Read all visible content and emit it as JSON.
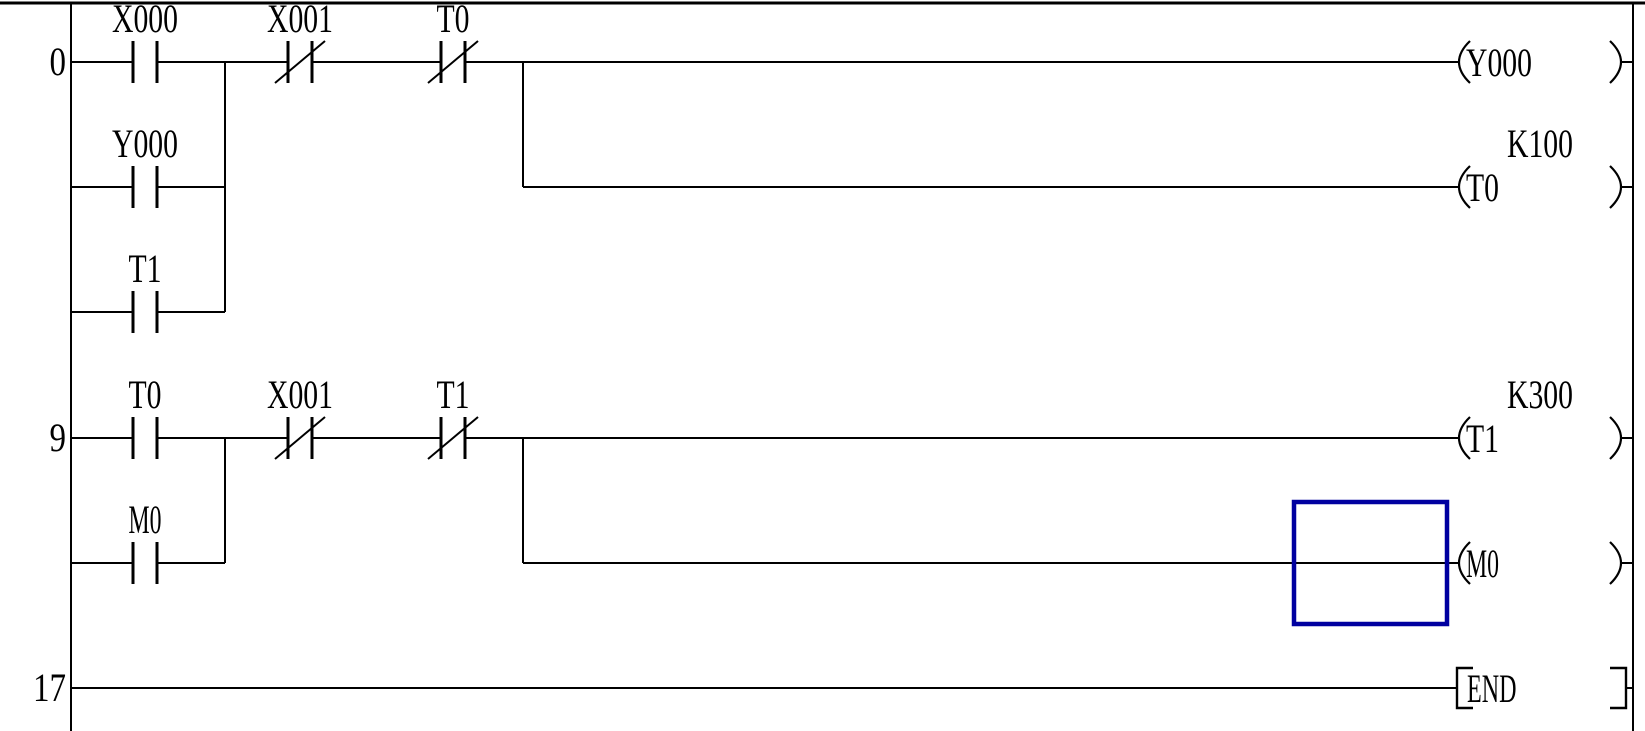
{
  "app": {
    "name": "plc-ladder-editor",
    "view": "ladder diagram"
  },
  "colors": {
    "background": "#ffffff",
    "wire": "#000000",
    "text": "#000000",
    "selection_cursor": "#0000a0"
  },
  "ladder": {
    "rungs": [
      {
        "step_number": "0",
        "contacts": [
          {
            "mode": "NO",
            "label": "X000",
            "row": 0,
            "col": 0
          },
          {
            "mode": "NC",
            "label": "X001",
            "row": 0,
            "col": 1
          },
          {
            "mode": "NC",
            "label": "T0",
            "row": 0,
            "col": 2
          },
          {
            "mode": "NO",
            "label": "Y000",
            "row": 1,
            "col": 0
          },
          {
            "mode": "NO",
            "label": "T1",
            "row": 2,
            "col": 0
          }
        ],
        "outputs": [
          {
            "type": "coil",
            "label": "Y000",
            "row": 0
          },
          {
            "type": "coil",
            "label": "T0",
            "setpoint": "K100",
            "row": 1
          }
        ]
      },
      {
        "step_number": "9",
        "contacts": [
          {
            "mode": "NO",
            "label": "T0",
            "row": 0,
            "col": 0
          },
          {
            "mode": "NC",
            "label": "X001",
            "row": 0,
            "col": 1
          },
          {
            "mode": "NC",
            "label": "T1",
            "row": 0,
            "col": 2
          },
          {
            "mode": "NO",
            "label": "M0",
            "row": 1,
            "col": 0
          }
        ],
        "outputs": [
          {
            "type": "coil",
            "label": "T1",
            "setpoint": "K300",
            "row": 0
          },
          {
            "type": "coil",
            "label": "M0",
            "row": 1
          }
        ],
        "cursor": {
          "row": 1
        }
      },
      {
        "step_number": "17",
        "contacts": [],
        "outputs": [
          {
            "type": "instruction",
            "label": "END",
            "row": 0
          }
        ]
      }
    ]
  }
}
